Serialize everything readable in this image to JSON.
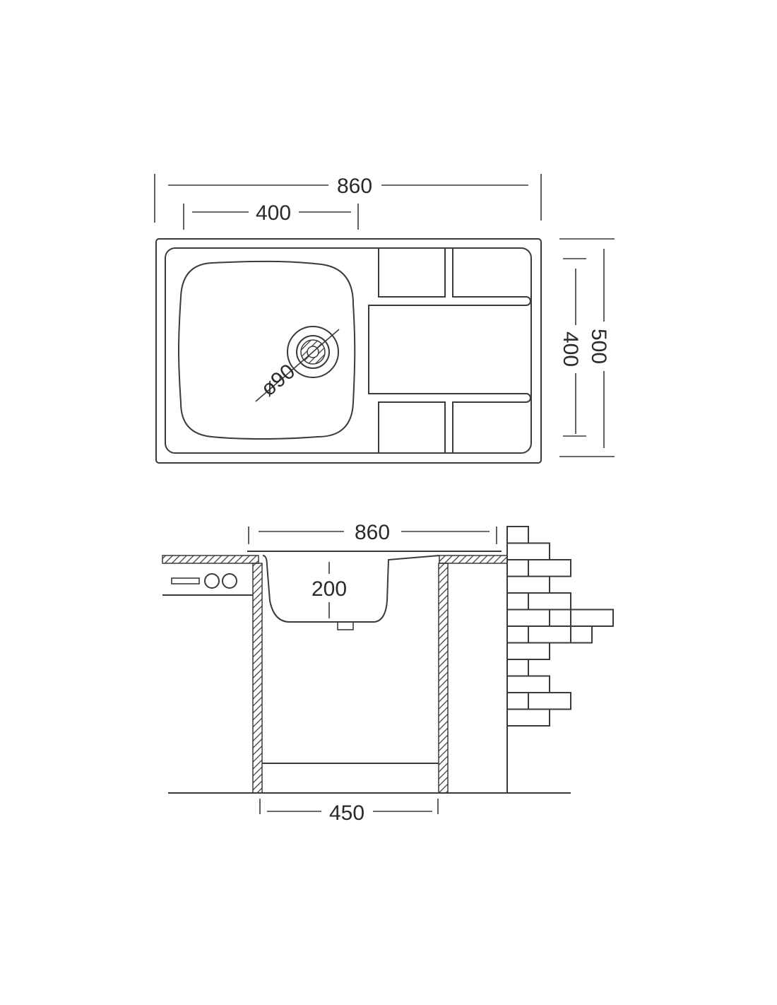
{
  "top_view": {
    "overall_width": "860",
    "bowl_width": "400",
    "overall_depth": "500",
    "bowl_depth": "400",
    "drain_diameter": "ø90"
  },
  "side_view": {
    "overall_width": "860",
    "bowl_depth": "200",
    "cabinet_width": "450"
  },
  "colors": {
    "line": "#3a3a3a",
    "background": "#ffffff"
  }
}
